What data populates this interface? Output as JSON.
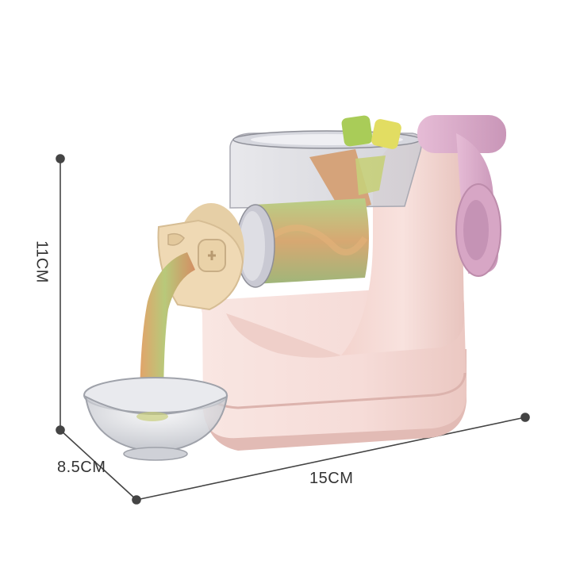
{
  "dimensions": {
    "height_label": "11CM",
    "depth_label": "8.5CM",
    "width_label": "15CM"
  },
  "colors": {
    "body": "#f6dcd8",
    "body_shade": "#e9c3bd",
    "crank": "#d9a9c8",
    "cap": "#efd9b4",
    "noodle_green": "#a9c86a",
    "noodle_orange": "#d99a5a",
    "dimension_line": "#444444"
  }
}
